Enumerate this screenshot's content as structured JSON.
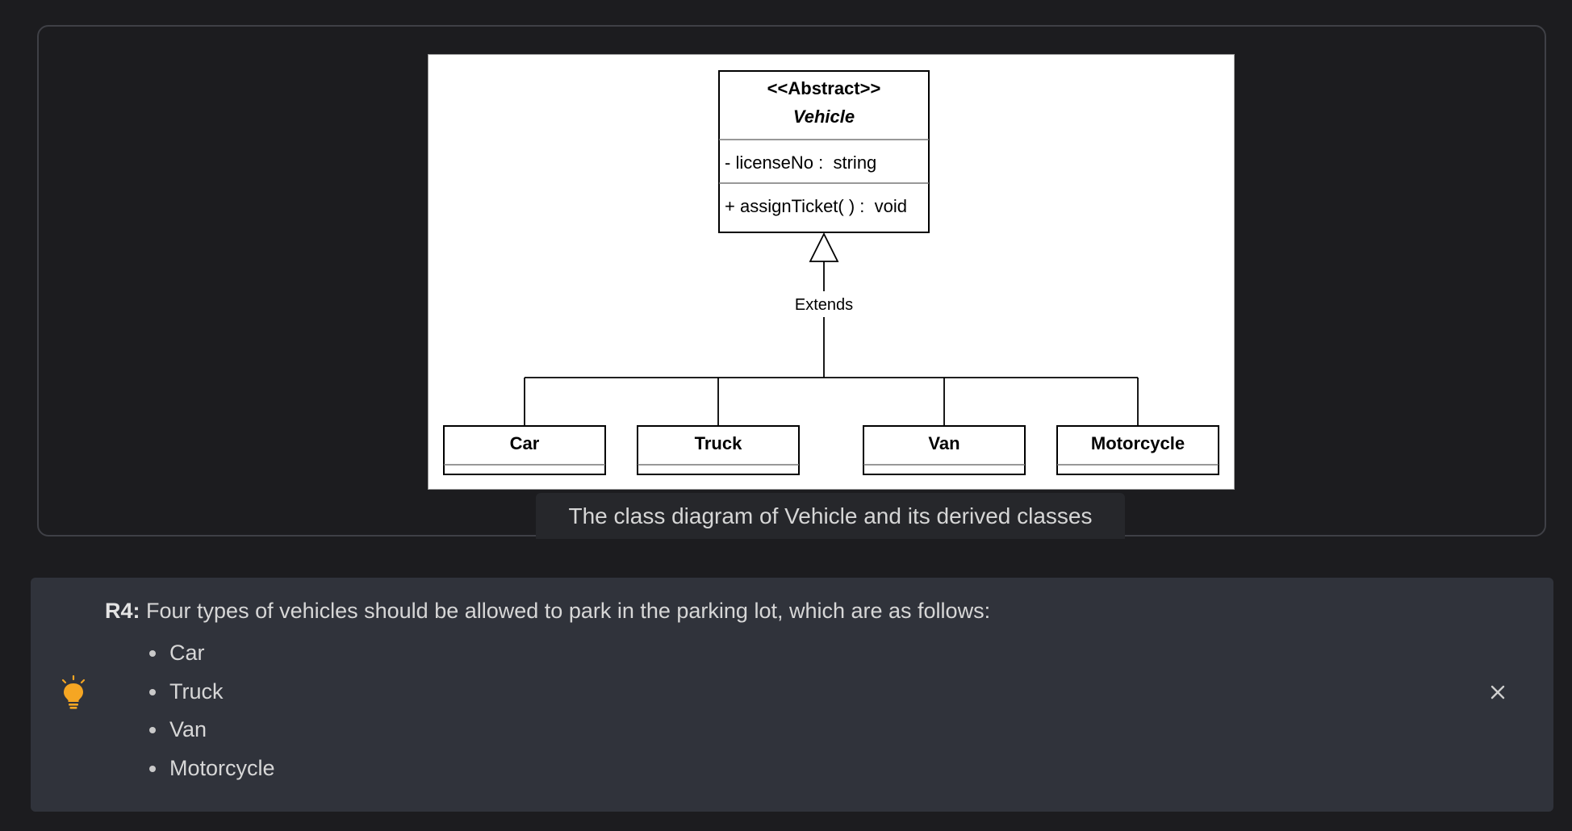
{
  "diagram": {
    "stereotype": "<<Abstract>>",
    "class_name": "Vehicle",
    "attribute": "- licenseNo :  string",
    "method": "+ assignTicket( ) :  void",
    "relation_label": "Extends",
    "subclasses": [
      "Car",
      "Truck",
      "Van",
      "Motorcycle"
    ]
  },
  "caption": "The class diagram of Vehicle and its derived classes",
  "note": {
    "icon": "lightbulb-icon",
    "icon_color": "#f5a623",
    "tag": "R4:",
    "text": " Four types of vehicles should be allowed to park in the parking lot, which are as follows:",
    "items": [
      "Car",
      "Truck",
      "Van",
      "Motorcycle"
    ],
    "close_icon": "close-icon"
  },
  "colors": {
    "page_background": "#1c1c1f",
    "note_background": "#30333b",
    "caption_background": "#26272b"
  }
}
